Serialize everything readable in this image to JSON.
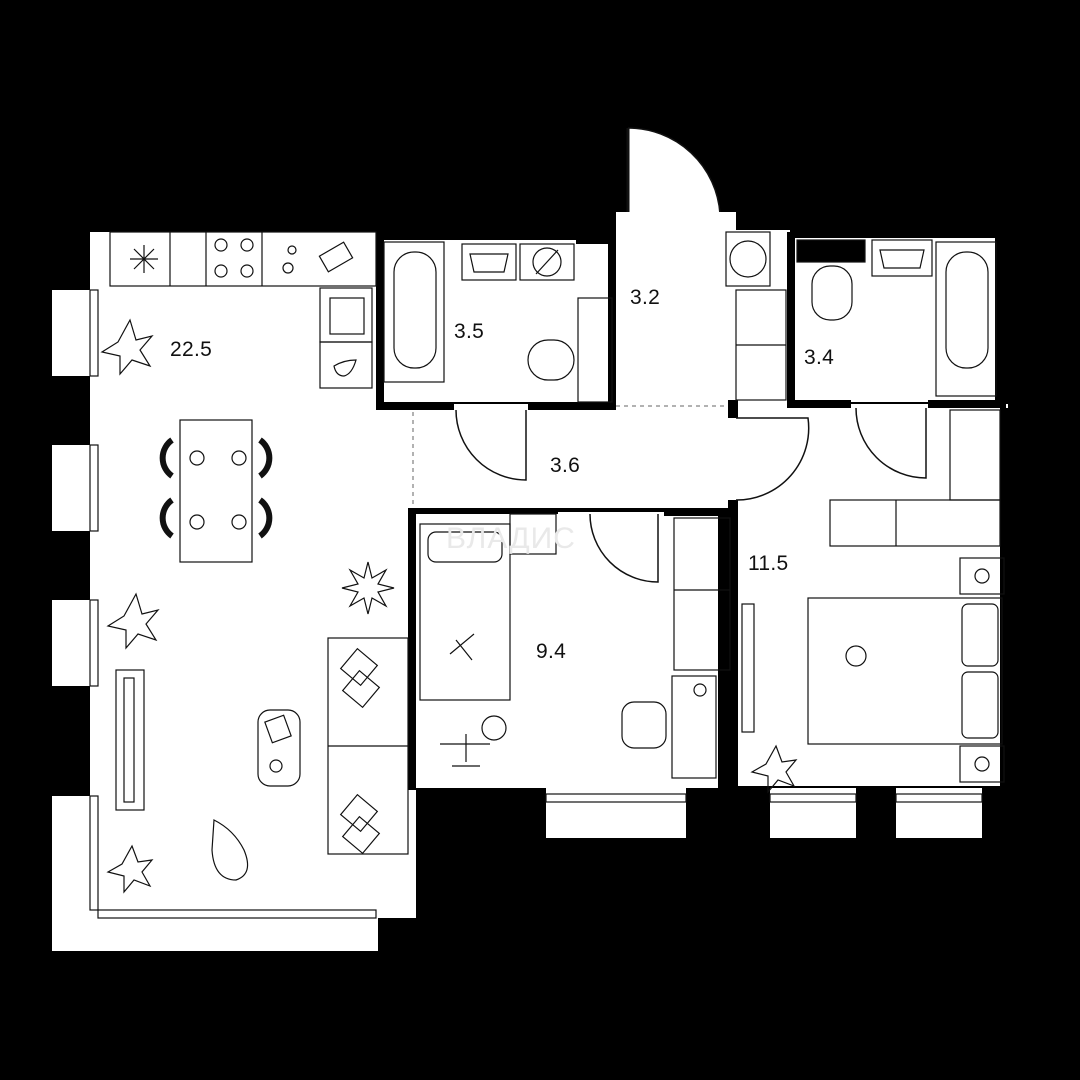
{
  "plan": {
    "rooms": [
      {
        "id": "living-kitchen",
        "area": "22.5"
      },
      {
        "id": "bathroom-1",
        "area": "3.5"
      },
      {
        "id": "entrance",
        "area": "3.2"
      },
      {
        "id": "bathroom-2",
        "area": "3.4"
      },
      {
        "id": "hall",
        "area": "3.6"
      },
      {
        "id": "kids-room",
        "area": "9.4"
      },
      {
        "id": "bedroom",
        "area": "11.5"
      }
    ],
    "watermark": "ВЛАДИС"
  }
}
